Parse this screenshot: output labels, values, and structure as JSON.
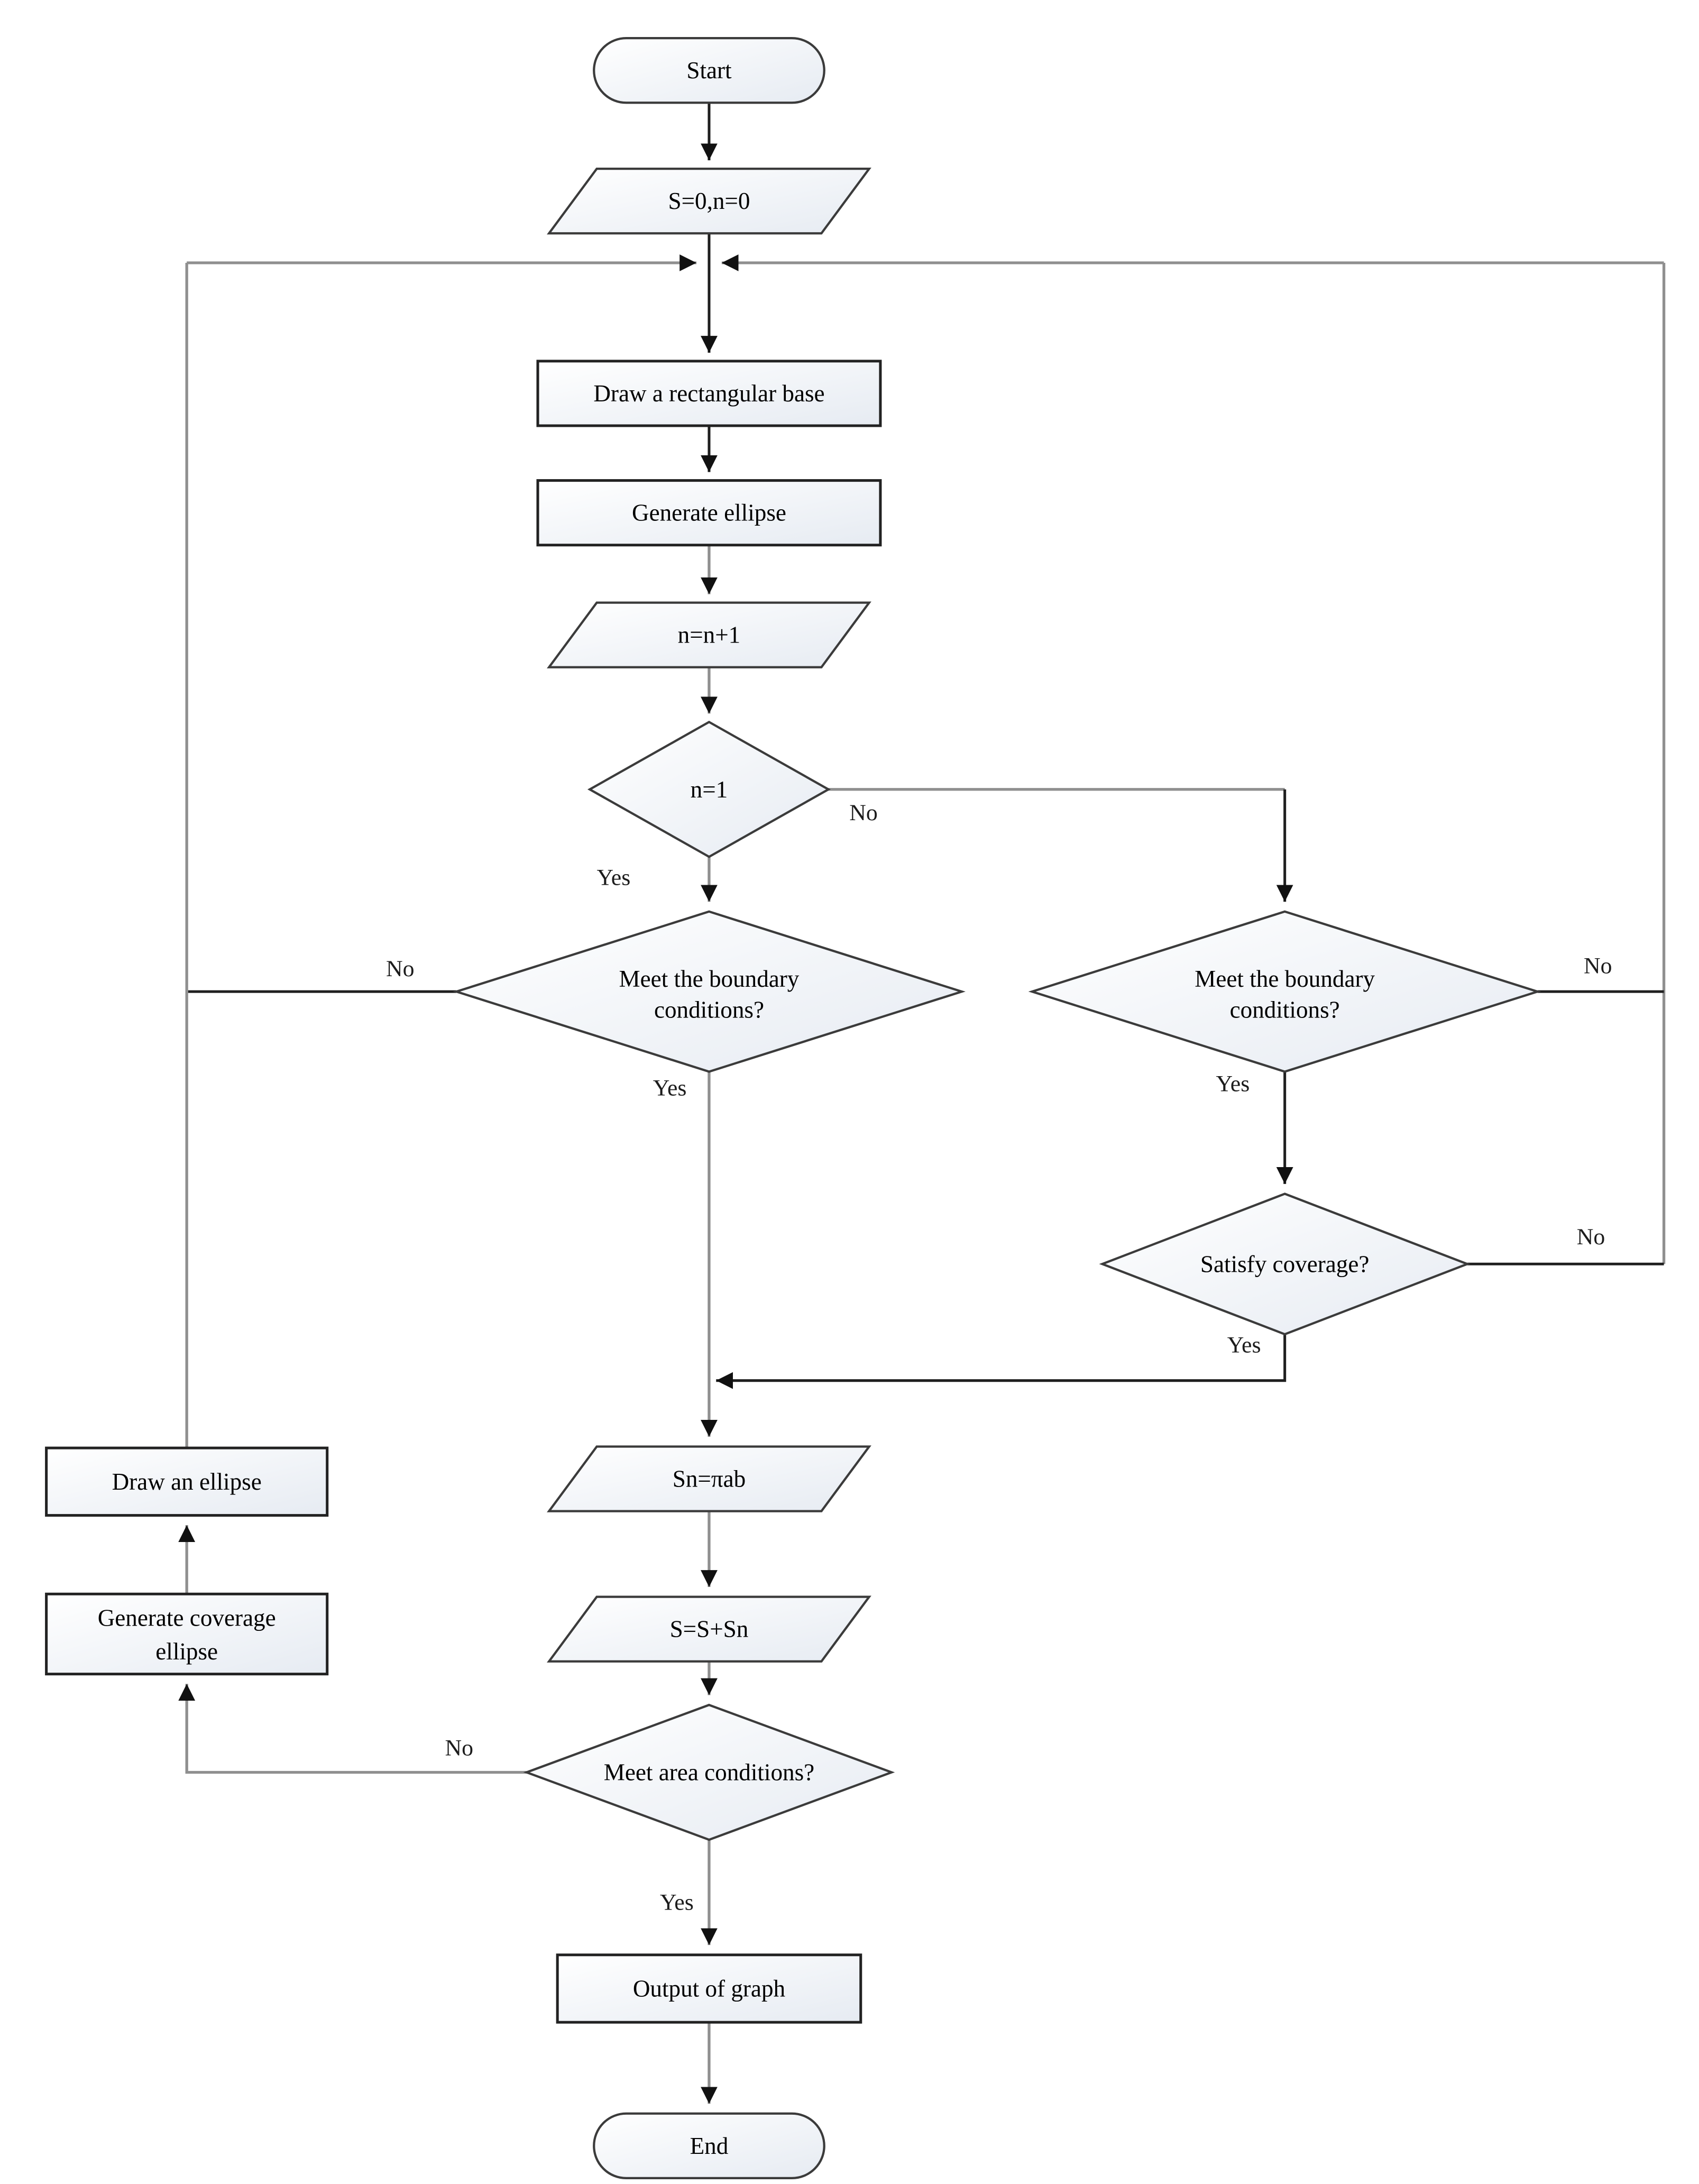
{
  "diagram": {
    "type": "flowchart",
    "colors": {
      "background": "#ffffff",
      "node_fill_top": "#ffffff",
      "node_fill_bottom": "#e6ebf2",
      "node_border": "#3b3b3b",
      "connector_gray": "#8f8f8f",
      "connector_dark": "#1f1f1f",
      "text": "#000000"
    },
    "nodes": {
      "start": {
        "label": "Start"
      },
      "init": {
        "label": "S=0,n=0"
      },
      "draw_base": {
        "label": "Draw a rectangular base"
      },
      "generate_ellipse": {
        "label": "Generate ellipse"
      },
      "increment_n": {
        "label": "n=n+1"
      },
      "n_equals_1": {
        "label": "n=1"
      },
      "boundary_left": {
        "line1": "Meet the boundary",
        "line2": "conditions?"
      },
      "boundary_right": {
        "line1": "Meet the boundary",
        "line2": "conditions?"
      },
      "satisfy_coverage": {
        "label": "Satisfy coverage?"
      },
      "sn_area": {
        "label": "Sn=πab"
      },
      "accumulate": {
        "label": "S=S+Sn"
      },
      "area_condition": {
        "label": "Meet area conditions?"
      },
      "output": {
        "label": "Output of graph"
      },
      "end": {
        "label": "End"
      },
      "draw_ellipse": {
        "label": "Draw an ellipse"
      },
      "generate_coverage": {
        "line1": "Generate coverage",
        "line2": "ellipse"
      }
    },
    "edge_labels": {
      "n1_yes": "Yes",
      "n1_no": "No",
      "boundary_left_yes": "Yes",
      "boundary_left_no": "No",
      "boundary_right_yes": "Yes",
      "boundary_right_no": "No",
      "satisfy_yes": "Yes",
      "satisfy_no": "No",
      "area_yes": "Yes",
      "area_no": "No"
    }
  }
}
